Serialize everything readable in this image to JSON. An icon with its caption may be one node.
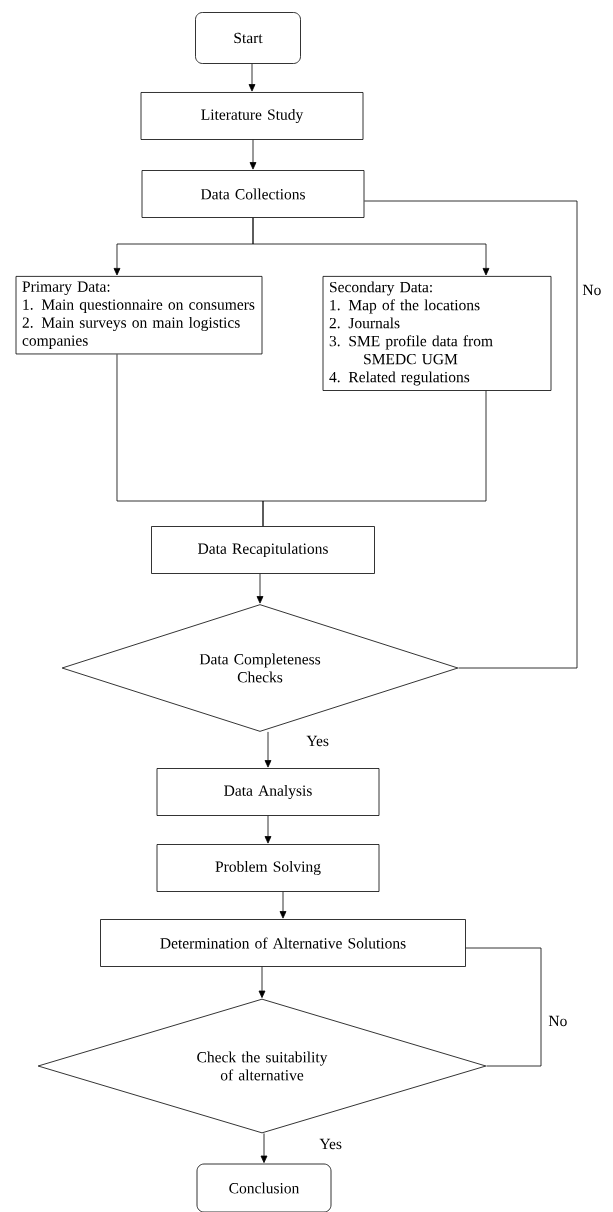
{
  "diagram": {
    "nodes": [
      {
        "text": [
          "Start"
        ]
      },
      {
        "text": [
          "Literature Study"
        ]
      },
      {
        "text": [
          "Data Collections"
        ]
      },
      {
        "text": [
          "Primary Data:",
          "1. Main questionnaire on consumers",
          "2. Main surveys on main logistics companies"
        ]
      },
      {
        "text": [
          "Secondary Data:",
          "1. Map of the locations",
          "2. Journals",
          "3. SME profile data from SMEDC UGM",
          "4. Related regulations"
        ]
      },
      {
        "text": [
          "Data Recapitulations"
        ]
      },
      {
        "text": [
          "Data Completeness Checks"
        ]
      },
      {
        "text": [
          "Data Analysis"
        ]
      },
      {
        "text": [
          "Problem Solving"
        ]
      },
      {
        "text": [
          "Determination of Alternative Solutions"
        ]
      },
      {
        "text": [
          "Check the suitability of alternative"
        ]
      },
      {
        "text": [
          "Conclusion"
        ]
      }
    ],
    "edges": [
      {
        "from": 0,
        "to": 1,
        "arrow": "to"
      },
      {
        "from": 1,
        "to": 2,
        "arrow": "to"
      },
      {
        "from": 2,
        "to": 3,
        "arrow": "to"
      },
      {
        "from": 2,
        "to": 4,
        "arrow": "to"
      },
      {
        "from": 3,
        "to": 5,
        "arrow": "none"
      },
      {
        "from": 4,
        "to": 5,
        "arrow": "none"
      },
      {
        "from": 5,
        "to": 6,
        "arrow": "to"
      },
      {
        "from": 6,
        "to": 7,
        "arrow": "to",
        "label": "Yes"
      },
      {
        "from": 6,
        "to": 2,
        "arrow": "none",
        "label": "No"
      },
      {
        "from": 7,
        "to": 8,
        "arrow": "to"
      },
      {
        "from": 8,
        "to": 9,
        "arrow": "to"
      },
      {
        "from": 9,
        "to": 10,
        "arrow": "to"
      },
      {
        "from": 10,
        "to": 9,
        "arrow": "none",
        "label": "No"
      },
      {
        "from": 10,
        "to": 11,
        "arrow": "to",
        "label": "Yes"
      }
    ]
  }
}
